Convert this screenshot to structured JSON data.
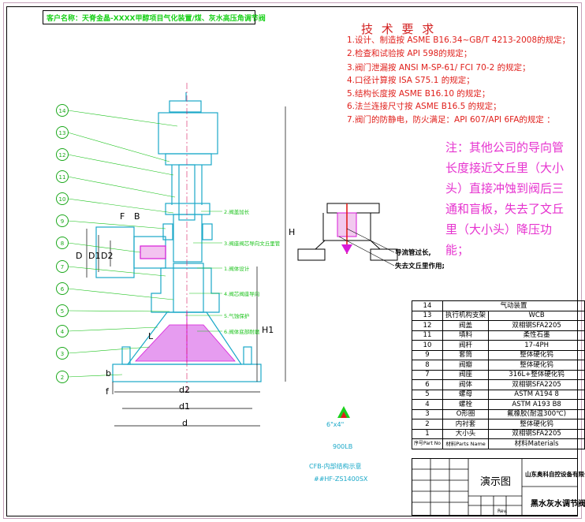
{
  "header": {
    "customer": "客户名称：天脊金晶-XXXX甲醇项目气化装置/煤、灰水高压角调节阀"
  },
  "tech": {
    "title": "技 术 要 求",
    "items": [
      "1.设计、制造按 ASME B16.34~GB/T 4213-2008的规定；",
      "2.检查和试验按 API 598的规定；",
      "3.阀门泄漏按 ANSI M-SP-61/ FCI 70-2 的规定；",
      "4.口径计算按 ISA  S75.1 的规定；",
      "5.结构长度按  ASME B16.10  的规定；",
      "6.法兰连接尺寸按 ASME B16.5 的规定；",
      "7.阀门的防静电，防火满足：API 607/API 6FA的规定 ："
    ]
  },
  "note": "注：其他公司的导向管长度接近文丘里（大小头）直接冲蚀到阀后三通和盲板，失去了文丘里（大小头）降压功能；",
  "guide_note": {
    "line1": "导流管过长,",
    "line2": "失去文丘里作用;"
  },
  "dims": {
    "F": "F",
    "B": "B",
    "D": "D",
    "D1": "D1",
    "D2": "D2",
    "H": "H",
    "H1": "H1",
    "L": "L",
    "d": "d",
    "d1": "d1",
    "d2": "d2",
    "f": "f",
    "b": "b"
  },
  "callouts": [
    "14",
    "13",
    "12",
    "11",
    "10",
    "9",
    "8",
    "7",
    "6",
    "5",
    "4",
    "3",
    "2",
    "1"
  ],
  "leader_labels": [
    "2.阀盖加长",
    "3.阀座阀芯导向文丘里管",
    "1.阀体设计",
    "4.阀芯阀座导向",
    "5.气蚀保护",
    "6.阀体底部耐磨"
  ],
  "bom": {
    "header": {
      "no": "14",
      "name": "气动装置"
    },
    "rows": [
      {
        "no": "13",
        "name": "执行机构支架",
        "mat": "WCB"
      },
      {
        "no": "12",
        "name": "阀盖",
        "mat": "双相钢SFA2205"
      },
      {
        "no": "11",
        "name": "填料",
        "mat": "柔性石墨"
      },
      {
        "no": "10",
        "name": "阀杆",
        "mat": "17-4PH"
      },
      {
        "no": "9",
        "name": "套筒",
        "mat": "整体硬化钨"
      },
      {
        "no": "8",
        "name": "阀瓣",
        "mat": "整体硬化钨"
      },
      {
        "no": "7",
        "name": "阀座",
        "mat": "316L+整体硬化钨"
      },
      {
        "no": "6",
        "name": "阀体",
        "mat": "双相钢SFA2205"
      },
      {
        "no": "5",
        "name": "螺母",
        "mat": "ASTM A194 8"
      },
      {
        "no": "4",
        "name": "螺栓",
        "mat": "ASTM A193 B8"
      },
      {
        "no": "3",
        "name": "O形圈",
        "mat": "氟橡胶(耐温300℃)"
      },
      {
        "no": "2",
        "name": "内衬套",
        "mat": "整体硬化钨"
      },
      {
        "no": "1",
        "name": "大小头",
        "mat": "双相钢SFA2205"
      },
      {
        "no": "序号Part No",
        "name": "材料Parts Name",
        "mat": "材料Materials"
      }
    ]
  },
  "title_block": {
    "drawing": "演示图",
    "company": "山东奥科自控设备有限公司",
    "product": "黑水灰水调节阀",
    "rev": "Rev."
  },
  "stamp": {
    "size": "6\"x4\"",
    "cls": "900LB",
    "flow": "CFB-内部结构示意",
    "code": "##HF-ZS1400SX"
  },
  "colors": {
    "outline": "#1aa8c8",
    "accent": "#e0201c",
    "pink": "#e633cf",
    "green": "#1bd11b"
  }
}
